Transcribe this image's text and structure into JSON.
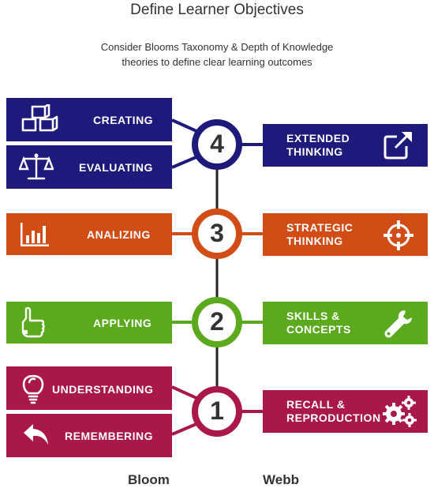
{
  "title": "Define Learner Objectives",
  "subtitle": [
    "Consider Blooms Taxonomy & Depth of Knowledge",
    "theories to define clear learning outcomes"
  ],
  "levels": [
    {
      "number": "4",
      "color": "#1d1a7b",
      "bloom": [
        {
          "label": "CREATING",
          "icon": "cubes-icon"
        },
        {
          "label": "EVALUATING",
          "icon": "scales-icon"
        }
      ],
      "webb": {
        "lines": [
          "EXTENDED",
          "THINKING"
        ],
        "icon": "external-link-icon"
      }
    },
    {
      "number": "3",
      "color": "#d24d16",
      "bloom": [
        {
          "label": "ANALIZING",
          "icon": "bar-chart-icon"
        }
      ],
      "webb": {
        "lines": [
          "STRATEGIC",
          "THINKING"
        ],
        "icon": "crosshair-icon"
      }
    },
    {
      "number": "2",
      "color": "#5ba91c",
      "bloom": [
        {
          "label": "APPLYING",
          "icon": "pointing-hand-icon"
        }
      ],
      "webb": {
        "lines": [
          "SKILLS &",
          "CONCEPTS"
        ],
        "icon": "wrench-icon"
      }
    },
    {
      "number": "1",
      "color": "#aa1848",
      "bloom": [
        {
          "label": "UNDERSTANDING",
          "icon": "lightbulb-icon"
        },
        {
          "label": "REMEMBERING",
          "icon": "reply-arrow-icon"
        }
      ],
      "webb": {
        "lines": [
          "RECALL &",
          "REPRODUCTION"
        ],
        "icon": "gears-icon"
      }
    }
  ],
  "footer": {
    "left": "Bloom",
    "right": "Webb"
  }
}
